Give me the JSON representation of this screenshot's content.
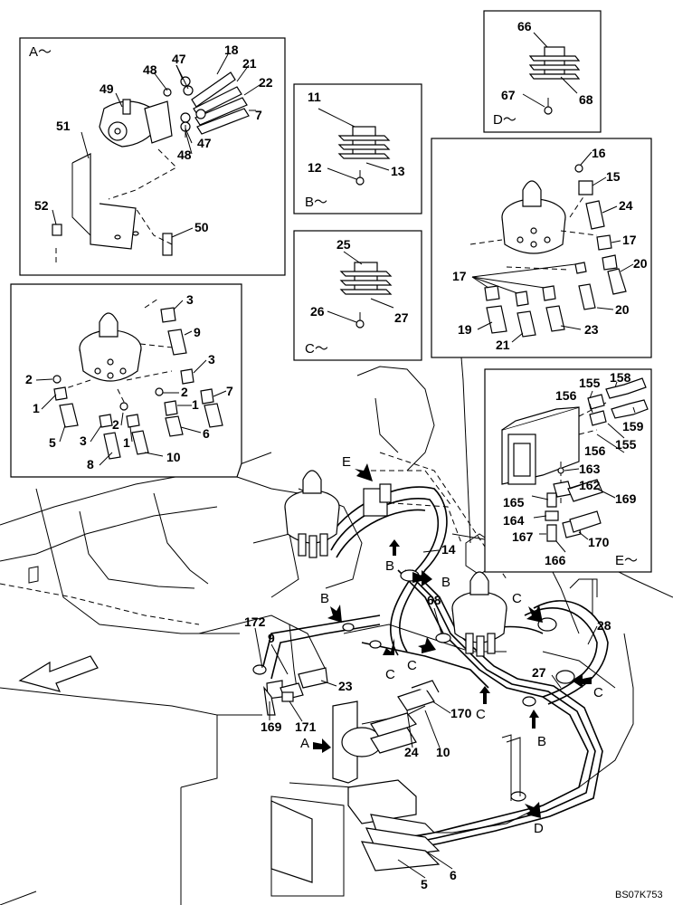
{
  "drawing_code": "BS07K753",
  "insets": {
    "A": {
      "label": "A～",
      "numbers": [
        "18",
        "21",
        "22",
        "7",
        "47",
        "47",
        "48",
        "48",
        "49",
        "51",
        "52",
        "50"
      ]
    },
    "B": {
      "label": "B～",
      "numbers": [
        "11",
        "12",
        "13"
      ]
    },
    "C": {
      "label": "C～",
      "numbers": [
        "25",
        "26",
        "27"
      ]
    },
    "D": {
      "label": "D～",
      "numbers": [
        "66",
        "67",
        "68"
      ]
    },
    "E": {
      "label": "E～",
      "numbers": [
        "155",
        "156",
        "158",
        "159",
        "155",
        "156",
        "163",
        "162",
        "169",
        "165",
        "164",
        "167",
        "170",
        "166"
      ]
    },
    "right_valve": {
      "numbers": [
        "16",
        "15",
        "24",
        "17",
        "20",
        "17",
        "20",
        "19",
        "21",
        "23"
      ]
    },
    "left_valve": {
      "numbers": [
        "3",
        "9",
        "3",
        "2",
        "2",
        "1",
        "7",
        "1",
        "5",
        "2",
        "3",
        "1",
        "6",
        "8",
        "10"
      ]
    }
  },
  "main_numbers": [
    "14",
    "68",
    "28",
    "172",
    "9",
    "23",
    "169",
    "171",
    "24",
    "10",
    "170",
    "27",
    "5",
    "6"
  ],
  "view_markers": [
    "E",
    "B",
    "B",
    "B",
    "C",
    "C",
    "C",
    "C",
    "C",
    "B",
    "A",
    "D"
  ]
}
